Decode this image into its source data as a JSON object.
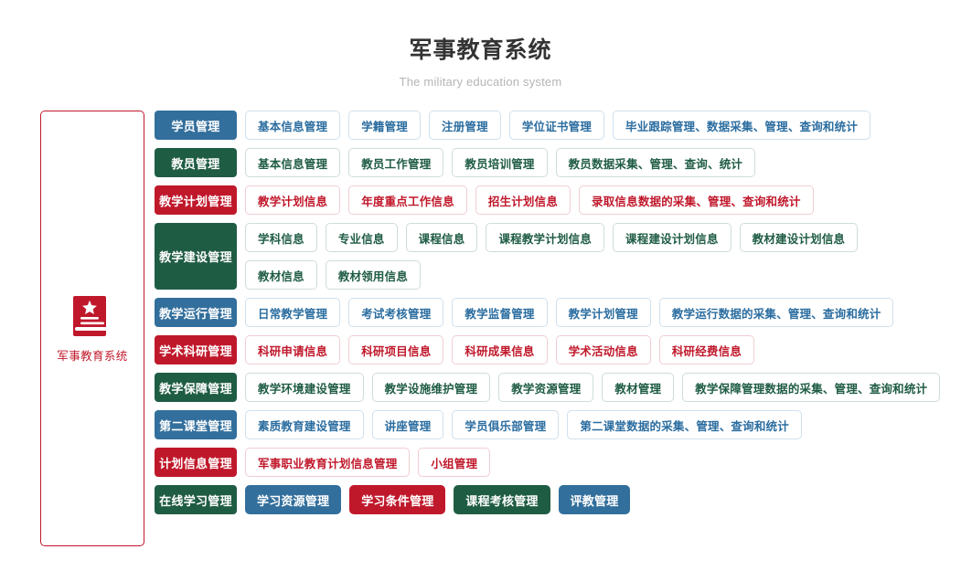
{
  "header": {
    "title": "军事教育系统",
    "subtitle": "The military education system"
  },
  "sidebar": {
    "label": "军事教育系统",
    "icon": "book-star-icon",
    "border_color": "#c0182b",
    "text_color": "#c0182b"
  },
  "colors": {
    "blue": "#336f9c",
    "green": "#1f5c44",
    "red": "#c0182b",
    "title": "#333333",
    "subtitle": "#b5b5b5"
  },
  "rows": [
    {
      "label": "学员管理",
      "theme": "blue",
      "style": "outline",
      "lines": [
        [
          "基本信息管理",
          "学籍管理",
          "注册管理",
          "学位证书管理",
          "毕业跟踪管理、数据采集、管理、查询和统计"
        ]
      ]
    },
    {
      "label": "教员管理",
      "theme": "green",
      "style": "outline",
      "lines": [
        [
          "基本信息管理",
          "教员工作管理",
          "教员培训管理",
          "教员数据采集、管理、查询、统计"
        ]
      ]
    },
    {
      "label": "教学计划管理",
      "theme": "red",
      "style": "outline",
      "lines": [
        [
          "教学计划信息",
          "年度重点工作信息",
          "招生计划信息",
          "录取信息数据的采集、管理、查询和统计"
        ]
      ]
    },
    {
      "label": "教学建设管理",
      "theme": "green",
      "style": "outline",
      "lines": [
        [
          "学科信息",
          "专业信息",
          "课程信息",
          "课程教学计划信息",
          "课程建设计划信息",
          "教材建设计划信息"
        ],
        [
          "教材信息",
          "教材领用信息"
        ]
      ]
    },
    {
      "label": "教学运行管理",
      "theme": "blue",
      "style": "outline",
      "lines": [
        [
          "日常教学管理",
          "考试考核管理",
          "教学监督管理",
          "教学计划管理",
          "教学运行数据的采集、管理、查询和统计"
        ]
      ]
    },
    {
      "label": "学术科研管理",
      "theme": "red",
      "style": "outline",
      "lines": [
        [
          "科研申请信息",
          "科研项目信息",
          "科研成果信息",
          "学术活动信息",
          "科研经费信息"
        ]
      ]
    },
    {
      "label": "教学保障管理",
      "theme": "green",
      "style": "outline",
      "lines": [
        [
          "教学环境建设管理",
          "教学设施维护管理",
          "教学资源管理",
          "教材管理",
          "教学保障管理数据的采集、管理、查询和统计"
        ]
      ]
    },
    {
      "label": "第二课堂管理",
      "theme": "blue",
      "style": "outline",
      "lines": [
        [
          "素质教育建设管理",
          "讲座管理",
          "学员俱乐部管理",
          "第二课堂数据的采集、管理、查询和统计"
        ]
      ]
    },
    {
      "label": "计划信息管理",
      "theme": "red",
      "style": "outline",
      "lines": [
        [
          "军事职业教育计划信息管理",
          "小组管理"
        ]
      ]
    },
    {
      "label": "在线学习管理",
      "theme": "green",
      "style": "solid",
      "lines": [
        [
          "学习资源管理",
          "学习条件管理",
          "课程考核管理",
          "评教管理"
        ]
      ],
      "solid_themes": [
        "blue",
        "red",
        "green",
        "blue"
      ]
    }
  ]
}
